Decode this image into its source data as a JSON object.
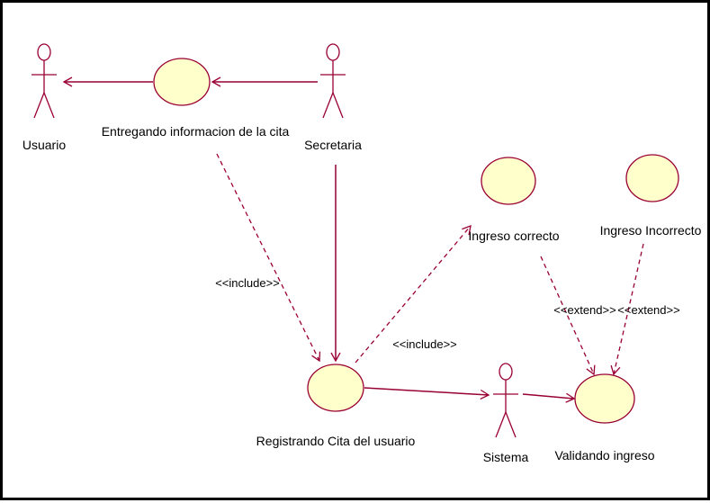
{
  "diagram": {
    "actors": {
      "usuario": "Usuario",
      "secretaria": "Secretaria",
      "sistema": "Sistema"
    },
    "use_cases": {
      "entregando": "Entregando informacion de la cita",
      "registrando": "Registrando Cita del usuario",
      "ingreso_correcto": "Ingreso correcto",
      "ingreso_incorrecto": "Ingreso Incorrecto",
      "validando": "Validando ingreso"
    },
    "stereotypes": {
      "include_left": "<<include>>",
      "include_right": "<<include>>",
      "extend_left": "<<extend>>",
      "extend_right": "<<extend>>"
    },
    "colors": {
      "line": "#990033",
      "usecase_fill": "#ffffcc",
      "border": "#000000"
    }
  }
}
